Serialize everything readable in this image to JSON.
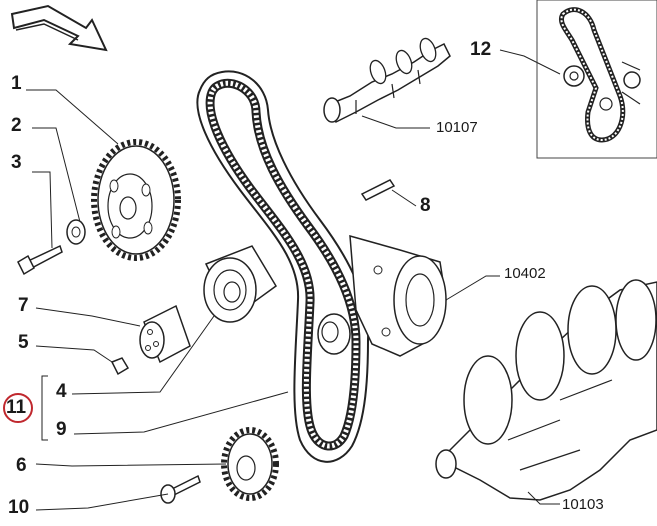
{
  "diagram": {
    "part_labels": {
      "p1": "1",
      "p2": "2",
      "p3": "3",
      "p4": "4",
      "p5": "5",
      "p6": "6",
      "p7": "7",
      "p8": "8",
      "p9": "9",
      "p10": "10",
      "p11": "11",
      "p12": "12",
      "ref_camshaft": "10107",
      "ref_block": "10402",
      "ref_crankshaft": "10103"
    },
    "highlight_color": "#c0282e",
    "line_color": "#1a1a1a"
  }
}
